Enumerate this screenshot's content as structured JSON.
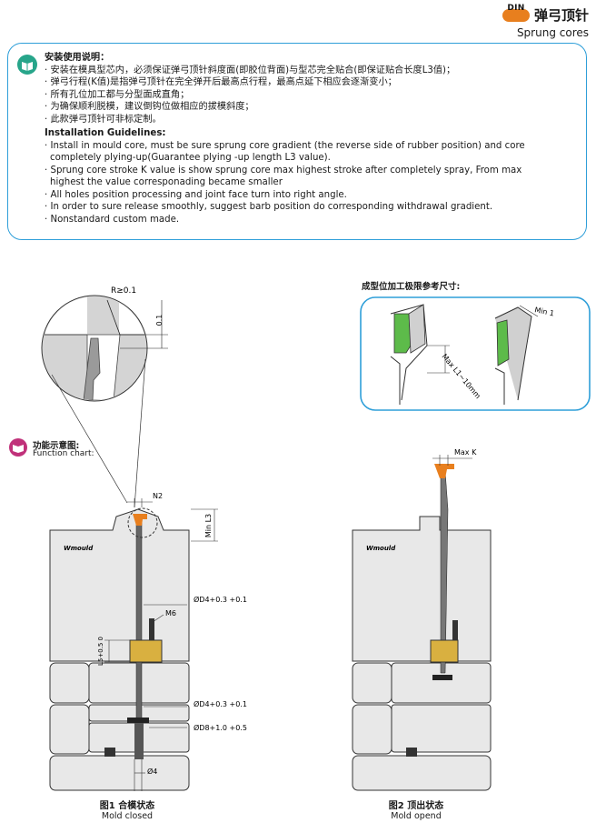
{
  "header": {
    "badge": "DIN",
    "title_cn": "弹弓顶针",
    "title_en": "Sprung cores"
  },
  "guidelines": {
    "title_cn": "安装使用说明：",
    "lines_cn": [
      "· 安装在模具型芯内，必须保证弹弓顶针斜度面(即胶位背面)与型芯完全贴合(即保证贴合长度L3值)；",
      "· 弹弓行程(K值)是指弹弓顶针在完全弹开后最高点行程，最高点延下相应会逐渐变小；",
      "· 所有孔位加工都与分型面成直角；",
      "· 为确保顺利脱模，建议倒钩位做相应的拔模斜度；",
      "· 此款弹弓顶针可非标定制。"
    ],
    "title_en": "Installation Guidelines:",
    "lines_en": [
      "· Install in mould core, must be sure sprung core gradient (the reverse side of rubber position) and core",
      "  completely plying-up(Guarantee plying -up length L3 value).",
      "· Sprung core stroke K value is show sprung core max highest stroke after completely spray, From max",
      "  highest the value corresponading became smaller",
      "· All holes position processing and joint face turn into right angle.",
      "· In order to sure release smoothly, suggest barb position do corresponding withdrawal gradient.",
      "· Nonstandard custom made."
    ]
  },
  "limits": {
    "title": "成型位加工极限参考尺寸:",
    "max_label": "Max  L1~10mm",
    "min_label": "Min 1"
  },
  "detail": {
    "r_label": "R≥0.1",
    "dim_label": "0.1"
  },
  "function": {
    "title_cn": "功能示意图:",
    "title_en": "Function chart:"
  },
  "fig1": {
    "brand": "Wmould",
    "n2": "N2",
    "min_l3": "Min L3",
    "d4_top": "ØD4+0.3 +0.1",
    "m6": "M6",
    "l5": "L5+0.5 0",
    "d4_mid": "ØD4+0.3 +0.1",
    "d8": "ØD8+1.0 +0.5",
    "phi4": "Ø4",
    "cap_cn": "图1 合模状态",
    "cap_en": "Mold closed"
  },
  "fig2": {
    "brand": "Wmould",
    "max_k": "Max K",
    "cap_cn": "图2 顶出状态",
    "cap_en": "Mold opend"
  },
  "colors": {
    "border": "#2f9fd9",
    "orange": "#e87f1e",
    "green": "#5dbb4a",
    "brass": "#d9b040",
    "mold": "#e8e8e8"
  }
}
